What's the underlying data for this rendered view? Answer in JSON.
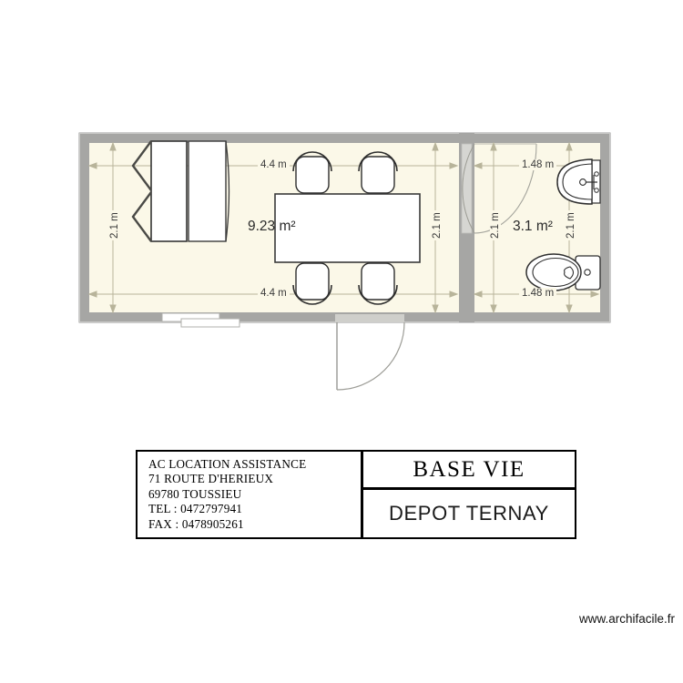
{
  "document": {
    "type": "architectural-floor-plan",
    "watermark": "www.archifacile.fr"
  },
  "plan": {
    "rooms": [
      {
        "id": "main-room",
        "area_label": "9.23 m²",
        "width_label_top": "4.4 m",
        "width_label_bottom": "4.4 m",
        "height_label": "2.1 m",
        "furniture": [
          "wardrobe-cabinet",
          "dining-table",
          "chair",
          "chair",
          "chair",
          "chair"
        ]
      },
      {
        "id": "bathroom",
        "area_label": "3.1 m²",
        "width_label_top": "1.48 m",
        "width_label_bottom": "1.48 m",
        "height_label_left": "2.1 m",
        "height_label_right": "2.1 m",
        "furniture": [
          "sink",
          "toilet"
        ]
      }
    ],
    "openings": [
      {
        "id": "entry-door",
        "type": "swing-door"
      },
      {
        "id": "bathroom-door",
        "type": "swing-door"
      },
      {
        "id": "window",
        "type": "sliding-window"
      }
    ],
    "colors": {
      "wall": "#a6a6a4",
      "wall_edge": "#8f8f8d",
      "floor": "#fbf8e8",
      "dimension_line": "#b8b49a",
      "furniture_stroke": "#3a3a3a"
    }
  },
  "title_block": {
    "company": {
      "name": "AC LOCATION ASSISTANCE",
      "street": "71 ROUTE D'HERIEUX",
      "city": "69780 TOUSSIEU",
      "tel": "TEL : 0472797941",
      "fax": "FAX : 0478905261"
    },
    "project_type": "BASE VIE",
    "project_name": "DEPOT TERNAY"
  }
}
